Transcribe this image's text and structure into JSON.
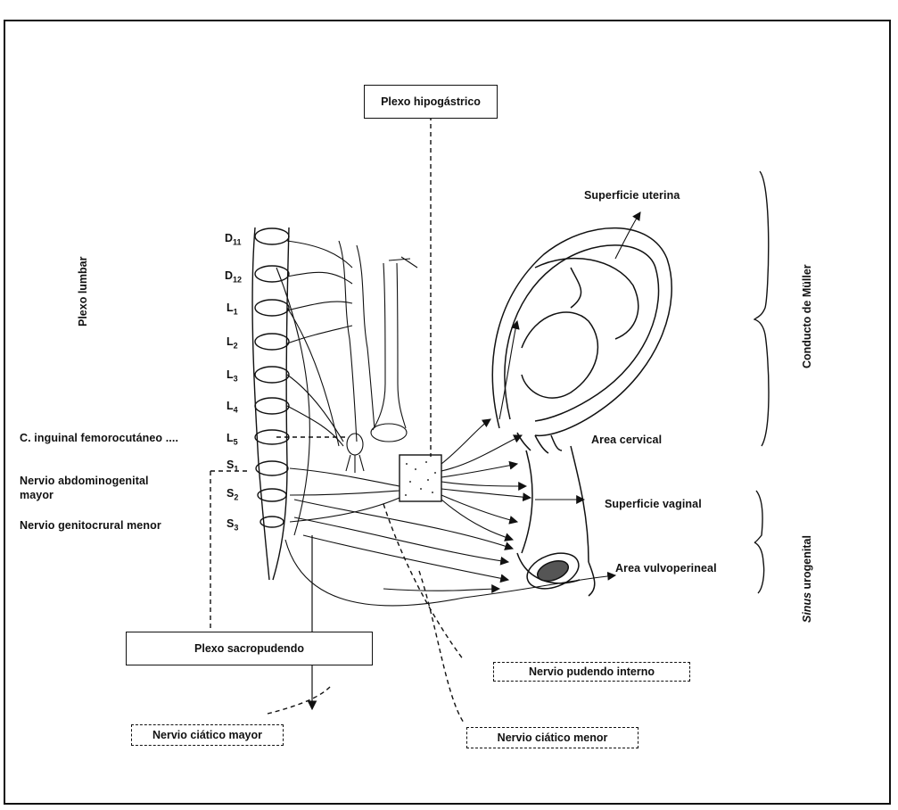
{
  "boxes": {
    "plexo_hipogastrico": "Plexo hipogástrico",
    "plexo_sacropudendo": "Plexo sacropudendo",
    "nervio_pudendo_interno": "Nervio pudendo interno",
    "nervio_ciatico_mayor": "Nervio ciático mayor",
    "nervio_ciatico_menor": "Nervio ciático menor"
  },
  "labels": {
    "superficie_uterina": "Superficie uterina",
    "area_cervical": "Area cervical",
    "superficie_vaginal": "Superficie vaginal",
    "area_vulvoperineal": "Area vulvoperineal",
    "c_inguinal": "C. inguinal femorocutáneo ....",
    "nervio_abdominogenital": "Nervio abdominogenital",
    "mayor": "mayor",
    "nervio_genitocrural": "Nervio genitocrural menor"
  },
  "vertical_labels": {
    "plexo_lumbar": "Plexo lumbar",
    "conducto_muller": "Conducto de Müller",
    "sinus": "Sinus",
    "urogenital": " urogenital"
  },
  "segments": [
    {
      "letter": "D",
      "num": "11"
    },
    {
      "letter": "D",
      "num": "12"
    },
    {
      "letter": "L",
      "num": "1"
    },
    {
      "letter": "L",
      "num": "2"
    },
    {
      "letter": "L",
      "num": "3"
    },
    {
      "letter": "L",
      "num": "4"
    },
    {
      "letter": "L",
      "num": "5"
    },
    {
      "letter": "S",
      "num": "1"
    },
    {
      "letter": "S",
      "num": "2"
    },
    {
      "letter": "S",
      "num": "3"
    }
  ]
}
